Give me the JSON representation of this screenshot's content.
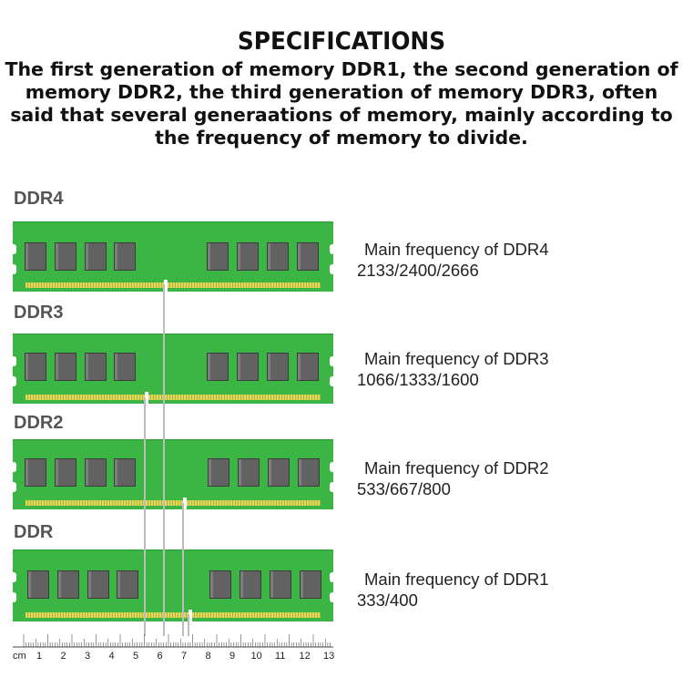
{
  "header": {
    "title": "SPECIFICATIONS",
    "intro_lines": [
      "The first generation of memory DDR1, the second generation of",
      "memory DDR2, the third generation of memory DDR3, often",
      "said that several generaations of memory, mainly according to",
      "the frequency of memory to divide."
    ]
  },
  "modules": [
    {
      "label": "DDR4",
      "freq_title": "Main frequency of DDR4",
      "freq_values": "2133/2400/2666",
      "pcb_color": "#3bb544"
    },
    {
      "label": "DDR3",
      "freq_title": "Main frequency of DDR3",
      "freq_values": "1066/1333/1600",
      "pcb_color": "#3bb544"
    },
    {
      "label": "DDR2",
      "freq_title": "Main frequency of DDR2",
      "freq_values": "533/667/800",
      "pcb_color": "#3bb544"
    },
    {
      "label": "DDR",
      "freq_title": "Main frequency of DDR1",
      "freq_values": "333/400",
      "pcb_color": "#3bb544"
    }
  ],
  "ruler": {
    "unit": "cm",
    "marks": [
      "1",
      "2",
      "3",
      "4",
      "5",
      "6",
      "7",
      "8",
      "9",
      "10",
      "11",
      "12",
      "13"
    ]
  },
  "colors": {
    "chip": "#626262",
    "pins": "#e3d65a",
    "key_line": "#bdbdbd"
  }
}
